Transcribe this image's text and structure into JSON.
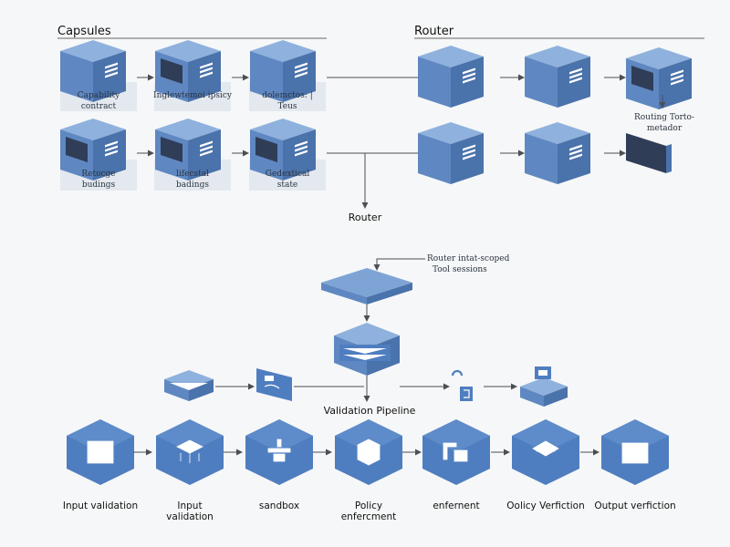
{
  "sections": {
    "capsules": "Capsules",
    "router_top": "Router",
    "router_mid": "Router",
    "validation": "Validation Pipeline"
  },
  "capsule_labels": {
    "r1c1": [
      "Capability",
      "contract"
    ],
    "r1c2": [
      "Inglewtemoi ipsicy"
    ],
    "r1c3": [
      "dolemctos: |",
      "Teus"
    ],
    "r2c1": [
      "Retocge",
      "budings"
    ],
    "r2c2": [
      "lifecstal",
      "badings"
    ],
    "r2c3": [
      "Gedextical",
      "state"
    ]
  },
  "routing_label": [
    "Routing Torto-",
    "metador"
  ],
  "router_scope": [
    "Router intat-scoped",
    "Tool sessions"
  ],
  "pipeline": [
    [
      "Input validation"
    ],
    [
      "Input",
      "validation"
    ],
    [
      "sandbox"
    ],
    [
      "Policy",
      "enfercment"
    ],
    [
      "enfernent"
    ],
    [
      "Oolicy Verfiction"
    ],
    [
      "Output verfiction"
    ]
  ],
  "colors": {
    "cube_top": "#8fb1dd",
    "cube_left": "#5f88c2",
    "cube_right": "#4a72ab",
    "line": "#4b4f55"
  }
}
